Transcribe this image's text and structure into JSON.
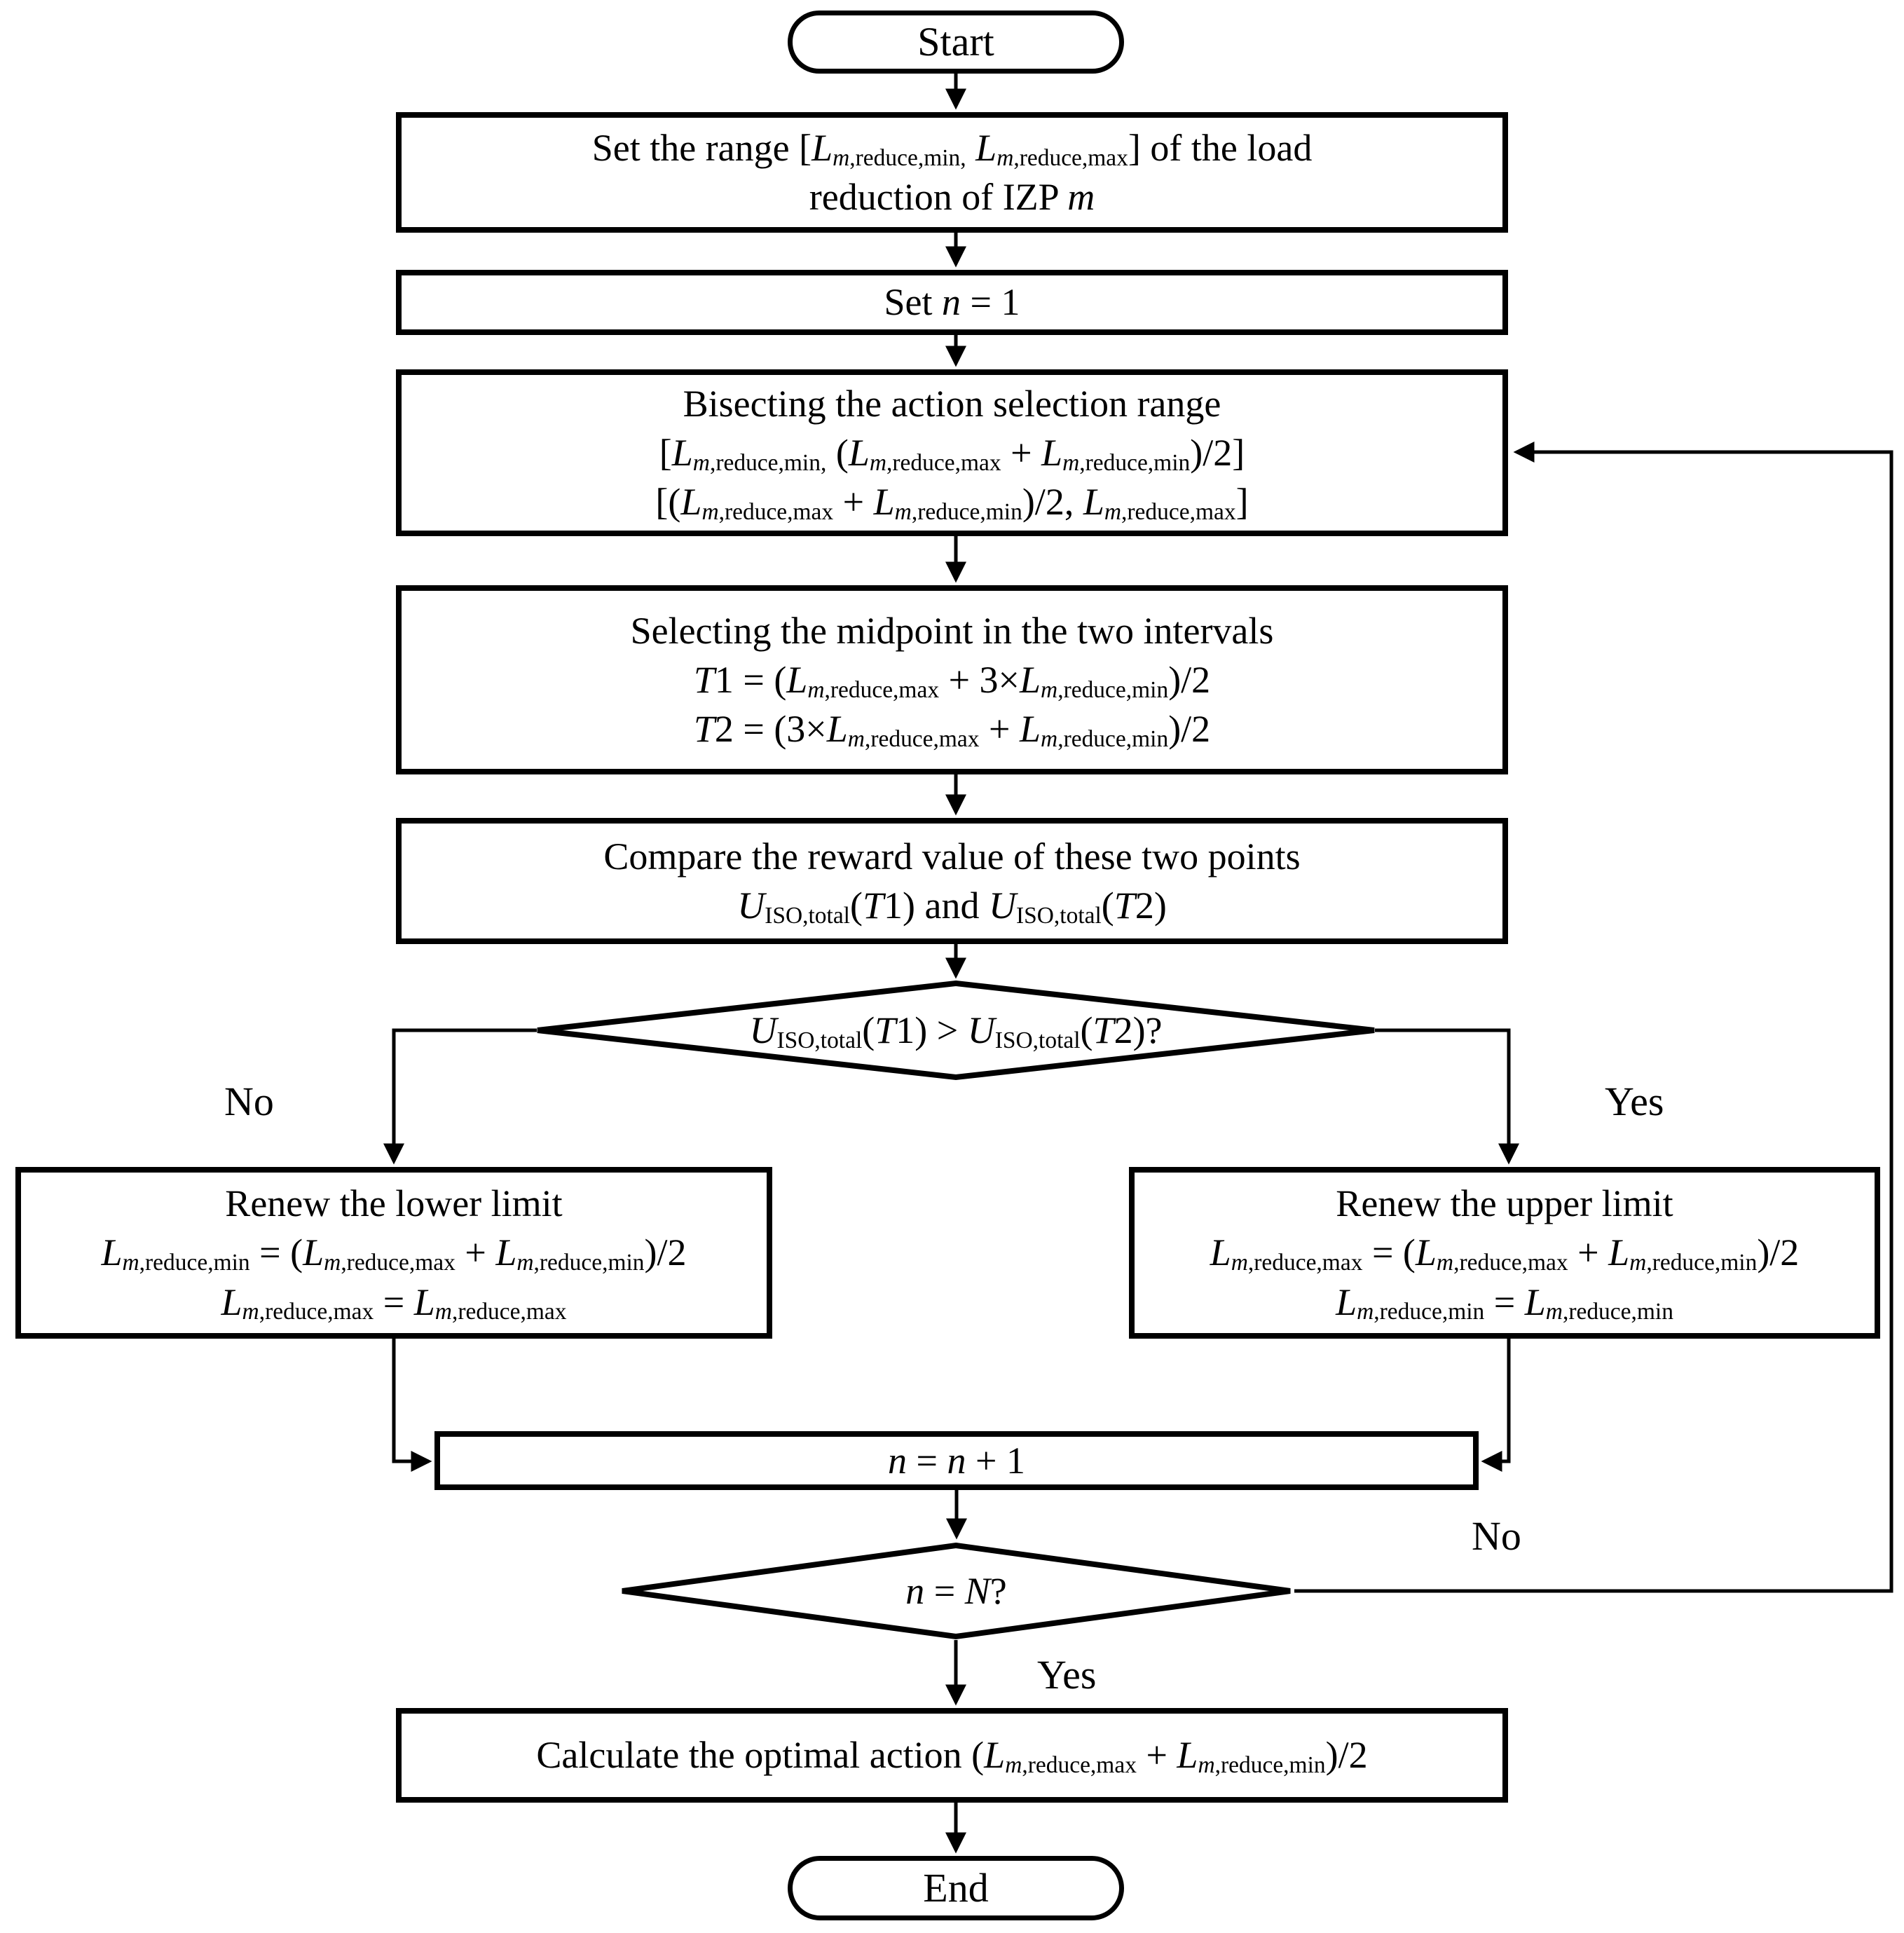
{
  "figure": {
    "type": "flowchart",
    "background_color": "#ffffff",
    "line_color": "#000000"
  },
  "nodes": {
    "start": {
      "label": "Start"
    },
    "set_range": {
      "lines": [
        [
          {
            "s": "t",
            "x": "Set the range ["
          },
          {
            "s": "v",
            "x": "L"
          },
          {
            "s": "vs",
            "x": "m"
          },
          {
            "s": "ts",
            "x": ",reduce,min,"
          },
          {
            "s": "t",
            "x": " "
          },
          {
            "s": "v",
            "x": "L"
          },
          {
            "s": "vs",
            "x": "m"
          },
          {
            "s": "ts",
            "x": ",reduce,max"
          },
          {
            "s": "t",
            "x": "] of the load"
          }
        ],
        [
          {
            "s": "t",
            "x": "reduction of IZP "
          },
          {
            "s": "v",
            "x": "m"
          }
        ]
      ]
    },
    "set_n": {
      "lines": [
        [
          {
            "s": "t",
            "x": "Set "
          },
          {
            "s": "v",
            "x": "n"
          },
          {
            "s": "t",
            "x": " = 1"
          }
        ]
      ]
    },
    "bisect": {
      "lines": [
        [
          {
            "s": "t",
            "x": "Bisecting the action selection range"
          }
        ],
        [
          {
            "s": "t",
            "x": "["
          },
          {
            "s": "v",
            "x": "L"
          },
          {
            "s": "vs",
            "x": "m"
          },
          {
            "s": "ts",
            "x": ",reduce,min,"
          },
          {
            "s": "t",
            "x": " ("
          },
          {
            "s": "v",
            "x": "L"
          },
          {
            "s": "vs",
            "x": "m"
          },
          {
            "s": "ts",
            "x": ",reduce,max"
          },
          {
            "s": "t",
            "x": " + "
          },
          {
            "s": "v",
            "x": "L"
          },
          {
            "s": "vs",
            "x": "m"
          },
          {
            "s": "ts",
            "x": ",reduce,min"
          },
          {
            "s": "t",
            "x": ")/2]"
          }
        ],
        [
          {
            "s": "t",
            "x": "[("
          },
          {
            "s": "v",
            "x": "L"
          },
          {
            "s": "vs",
            "x": "m"
          },
          {
            "s": "ts",
            "x": ",reduce,max"
          },
          {
            "s": "t",
            "x": " + "
          },
          {
            "s": "v",
            "x": "L"
          },
          {
            "s": "vs",
            "x": "m"
          },
          {
            "s": "ts",
            "x": ",reduce,min"
          },
          {
            "s": "t",
            "x": ")/2, "
          },
          {
            "s": "v",
            "x": "L"
          },
          {
            "s": "vs",
            "x": "m"
          },
          {
            "s": "ts",
            "x": ",reduce,max"
          },
          {
            "s": "t",
            "x": "]"
          }
        ]
      ]
    },
    "midpoint": {
      "lines": [
        [
          {
            "s": "t",
            "x": "Selecting the midpoint in the two intervals"
          }
        ],
        [
          {
            "s": "v",
            "x": "T"
          },
          {
            "s": "t",
            "x": "1 = ("
          },
          {
            "s": "v",
            "x": "L"
          },
          {
            "s": "vs",
            "x": "m"
          },
          {
            "s": "ts",
            "x": ",reduce,max"
          },
          {
            "s": "t",
            "x": " + 3×"
          },
          {
            "s": "v",
            "x": "L"
          },
          {
            "s": "vs",
            "x": "m"
          },
          {
            "s": "ts",
            "x": ",reduce,min"
          },
          {
            "s": "t",
            "x": ")/2"
          }
        ],
        [
          {
            "s": "v",
            "x": "T"
          },
          {
            "s": "t",
            "x": "2 = (3×"
          },
          {
            "s": "v",
            "x": "L"
          },
          {
            "s": "vs",
            "x": "m"
          },
          {
            "s": "ts",
            "x": ",reduce,max"
          },
          {
            "s": "t",
            "x": " + "
          },
          {
            "s": "v",
            "x": "L"
          },
          {
            "s": "vs",
            "x": "m"
          },
          {
            "s": "ts",
            "x": ",reduce,min"
          },
          {
            "s": "t",
            "x": ")/2"
          }
        ]
      ]
    },
    "compare": {
      "lines": [
        [
          {
            "s": "t",
            "x": "Compare the reward value of these two points"
          }
        ],
        [
          {
            "s": "v",
            "x": "U"
          },
          {
            "s": "ts",
            "x": "ISO,total"
          },
          {
            "s": "t",
            "x": "("
          },
          {
            "s": "v",
            "x": "T"
          },
          {
            "s": "t",
            "x": "1) and "
          },
          {
            "s": "v",
            "x": "U"
          },
          {
            "s": "ts",
            "x": "ISO,total"
          },
          {
            "s": "t",
            "x": "("
          },
          {
            "s": "v",
            "x": "T"
          },
          {
            "s": "t",
            "x": "2)"
          }
        ]
      ]
    },
    "reward_decision": {
      "lines": [
        [
          {
            "s": "v",
            "x": "U"
          },
          {
            "s": "ts",
            "x": "ISO,total"
          },
          {
            "s": "t",
            "x": "("
          },
          {
            "s": "v",
            "x": "T"
          },
          {
            "s": "t",
            "x": "1) > "
          },
          {
            "s": "v",
            "x": "U"
          },
          {
            "s": "ts",
            "x": "ISO,total"
          },
          {
            "s": "t",
            "x": "("
          },
          {
            "s": "v",
            "x": "T"
          },
          {
            "s": "t",
            "x": "2)?"
          }
        ]
      ]
    },
    "renew_lower": {
      "lines": [
        [
          {
            "s": "t",
            "x": "Renew the lower limit"
          }
        ],
        [
          {
            "s": "v",
            "x": "L"
          },
          {
            "s": "vs",
            "x": "m"
          },
          {
            "s": "ts",
            "x": ",reduce,min"
          },
          {
            "s": "t",
            "x": " = ("
          },
          {
            "s": "v",
            "x": "L"
          },
          {
            "s": "vs",
            "x": "m"
          },
          {
            "s": "ts",
            "x": ",reduce,max"
          },
          {
            "s": "t",
            "x": " + "
          },
          {
            "s": "v",
            "x": "L"
          },
          {
            "s": "vs",
            "x": "m"
          },
          {
            "s": "ts",
            "x": ",reduce,min"
          },
          {
            "s": "t",
            "x": ")/2"
          }
        ],
        [
          {
            "s": "v",
            "x": "L"
          },
          {
            "s": "vs",
            "x": "m"
          },
          {
            "s": "ts",
            "x": ",reduce,max"
          },
          {
            "s": "t",
            "x": " = "
          },
          {
            "s": "v",
            "x": "L"
          },
          {
            "s": "vs",
            "x": "m"
          },
          {
            "s": "ts",
            "x": ",reduce,max"
          }
        ]
      ]
    },
    "renew_upper": {
      "lines": [
        [
          {
            "s": "t",
            "x": "Renew the upper limit"
          }
        ],
        [
          {
            "s": "v",
            "x": "L"
          },
          {
            "s": "vs",
            "x": "m"
          },
          {
            "s": "ts",
            "x": ",reduce,max"
          },
          {
            "s": "t",
            "x": " = ("
          },
          {
            "s": "v",
            "x": "L"
          },
          {
            "s": "vs",
            "x": "m"
          },
          {
            "s": "ts",
            "x": ",reduce,max"
          },
          {
            "s": "t",
            "x": " + "
          },
          {
            "s": "v",
            "x": "L"
          },
          {
            "s": "vs",
            "x": "m"
          },
          {
            "s": "ts",
            "x": ",reduce,min"
          },
          {
            "s": "t",
            "x": ")/2"
          }
        ],
        [
          {
            "s": "v",
            "x": "L"
          },
          {
            "s": "vs",
            "x": "m"
          },
          {
            "s": "ts",
            "x": ",reduce,min"
          },
          {
            "s": "t",
            "x": " = "
          },
          {
            "s": "v",
            "x": "L"
          },
          {
            "s": "vs",
            "x": "m"
          },
          {
            "s": "ts",
            "x": ",reduce,min"
          }
        ]
      ]
    },
    "increment": {
      "lines": [
        [
          {
            "s": "v",
            "x": "n"
          },
          {
            "s": "t",
            "x": " = "
          },
          {
            "s": "v",
            "x": "n"
          },
          {
            "s": "t",
            "x": " + 1"
          }
        ]
      ]
    },
    "iteration_decision": {
      "lines": [
        [
          {
            "s": "v",
            "x": "n"
          },
          {
            "s": "t",
            "x": " = "
          },
          {
            "s": "v",
            "x": "N"
          },
          {
            "s": "t",
            "x": "?"
          }
        ]
      ]
    },
    "calculate": {
      "lines": [
        [
          {
            "s": "t",
            "x": "Calculate the optimal action ("
          },
          {
            "s": "v",
            "x": "L"
          },
          {
            "s": "vs",
            "x": "m"
          },
          {
            "s": "ts",
            "x": ",reduce,max"
          },
          {
            "s": "t",
            "x": " + "
          },
          {
            "s": "v",
            "x": "L"
          },
          {
            "s": "vs",
            "x": "m"
          },
          {
            "s": "ts",
            "x": ",reduce,min"
          },
          {
            "s": "t",
            "x": ")/2"
          }
        ]
      ]
    },
    "end": {
      "label": "End"
    }
  },
  "branch_labels": {
    "reward_no": "No",
    "reward_yes": "Yes",
    "iteration_yes": "Yes",
    "iteration_no": "No"
  }
}
